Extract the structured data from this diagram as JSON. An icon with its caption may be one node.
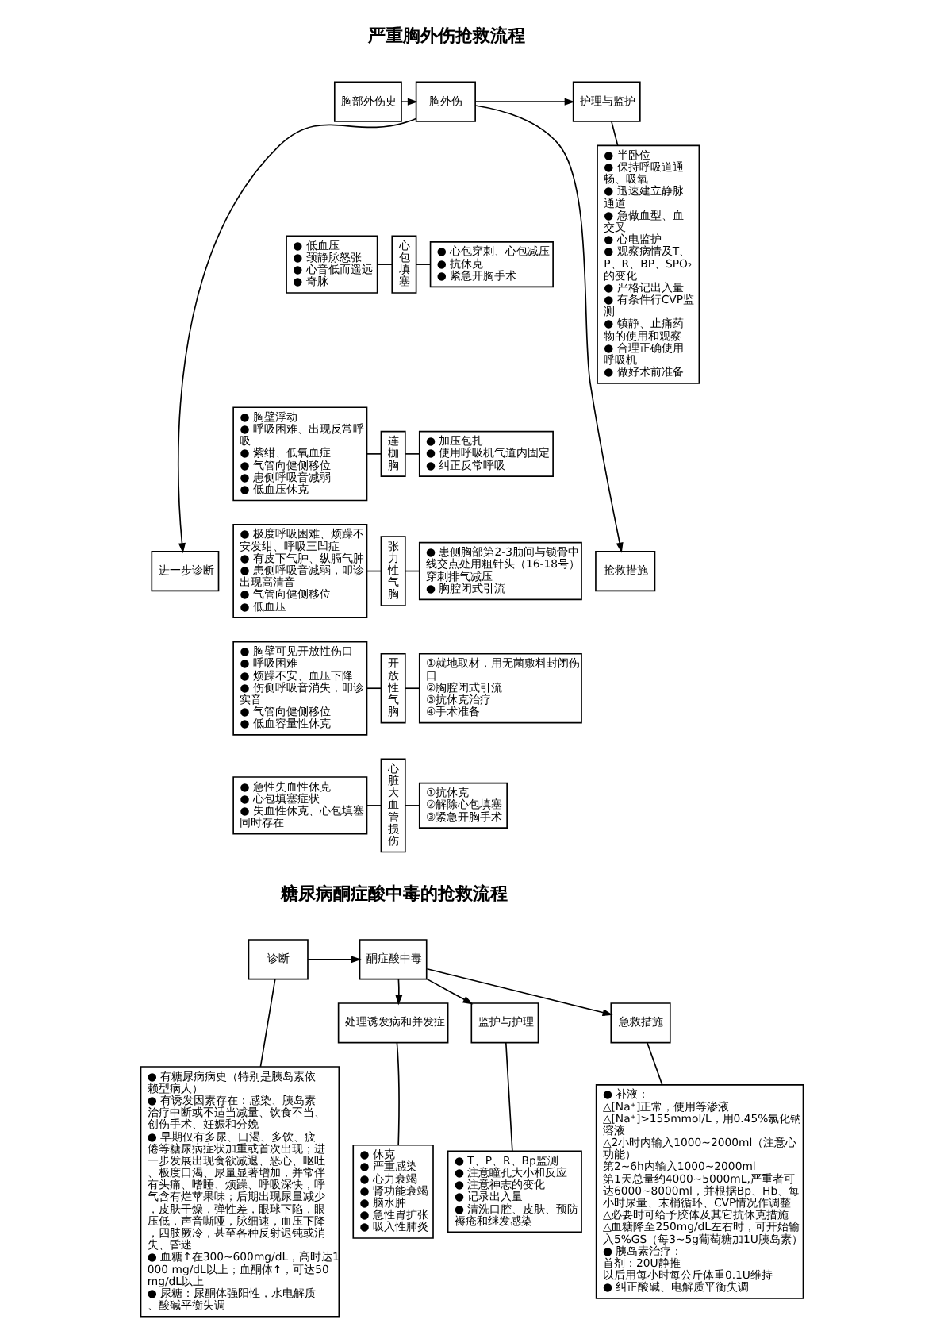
{
  "diagram": {
    "nodes": [
      {
        "text": [
          "胸部外伤史"
        ]
      },
      {
        "text": [
          "胸外伤"
        ]
      },
      {
        "text": [
          "护理与监护"
        ]
      },
      {
        "text": [
          "● 低血压",
          "● 颈静脉怒张",
          "● 心音低而遥远",
          "● 奇脉"
        ]
      },
      {
        "text": [
          "心包填塞"
        ]
      },
      {
        "text": [
          "● 心包穿刺、心包减压",
          "● 抗休克",
          "● 紧急开胸手术"
        ]
      },
      {
        "text": [
          "● 半卧位",
          "● 保持呼吸道通畅、吸氧",
          "● 迅速建立静脉通道",
          "● 急做血型、血交叉",
          "● 心电监护",
          "● 观察病情及T、P、R、BP、SPO₂的变化",
          "● 严格记出入量",
          "● 有条件行CVP监测",
          "● 镇静、止痛药物的使用和观察",
          "● 合理正确使用呼吸机",
          "● 做好术前准备"
        ]
      },
      {
        "text": [
          "● 胸壁浮动",
          "● 呼吸困难、出现反常呼吸",
          "● 紫绀、低氧血症",
          "● 气管向健侧移位",
          "● 患侧呼吸音减弱",
          "● 低血压休克"
        ]
      },
      {
        "text": [
          "连枷胸"
        ]
      },
      {
        "text": [
          "● 加压包扎",
          "● 使用呼吸机气道内固定",
          "● 纠正反常呼吸"
        ]
      },
      {
        "text": [
          "进一步诊断"
        ]
      },
      {
        "text": [
          "● 极度呼吸困难、烦躁不安发绀、呼吸三凹症",
          "● 有皮下气肿、纵膈气肿",
          "● 患侧呼吸音减弱，叩诊出现高清音",
          "● 气管向健侧移位",
          "● 低血压"
        ]
      },
      {
        "text": [
          "张力性气胸"
        ]
      },
      {
        "text": [
          "● 患侧胸部第2-3肋间与锁骨中线交点处用粗针头（16-18号）穿刺排气减压",
          "● 胸腔闭式引流"
        ]
      },
      {
        "text": [
          "抢救措施"
        ]
      },
      {
        "text": [
          "● 胸壁可见开放性伤口",
          "● 呼吸困难",
          "● 烦躁不安、血压下降",
          "● 伤侧呼吸音消失，叩诊实音",
          "● 气管向健侧移位",
          "● 低血容量性休克"
        ]
      },
      {
        "text": [
          "开放性气胸"
        ]
      },
      {
        "text": [
          "①就地取材，用无菌敷料封闭伤口",
          "②胸腔闭式引流",
          "③抗休克治疗",
          "④手术准备"
        ]
      },
      {
        "text": [
          "● 急性失血性休克",
          "● 心包填塞症状",
          "● 失血性休克、心包填塞同时存在"
        ]
      },
      {
        "text": [
          "心脏大血管损伤"
        ]
      },
      {
        "text": [
          "①抗休克",
          "②解除心包填塞",
          "③紧急开胸手术"
        ]
      },
      {
        "text": [
          "诊断"
        ]
      },
      {
        "text": [
          "酮症酸中毒"
        ]
      },
      {
        "text": [
          "● 有糖尿病病史（特别是胰岛素依赖型病人）",
          "● 有诱发因素存在：感染、胰岛素治疗中断或不适当减量、饮食不当、创伤手术、妊娠和分娩",
          "● 早期仅有多尿、口渴、多饮、疲倦等糖尿病症状加重或首次出现；进一步发展出现食欲减退、恶心、呕吐、极度口渴、尿量显著增加，并常伴有头痛、嗜睡、烦躁、呼吸深快，呼气含有烂苹果味；后期出现尿量减少，皮肤干燥，弹性差，眼球下陷，眼压低，声音嘶哑，脉细速，血压下降，四肢厥冷，甚至各种反射迟钝或消失、昏迷",
          "● 血糖↑在300~600mg/dL，高时达1000 mg/dL以上；血酮体↑，可达50 mg/dL以上",
          "● 尿糖：尿酮体强阳性，水电解质、酸碱平衡失调"
        ]
      },
      {
        "text": [
          "急救措施"
        ]
      },
      {
        "text": [
          "处理诱发病和并发症"
        ]
      },
      {
        "text": [
          "监护与护理"
        ]
      },
      {
        "text": [
          "● 补液：",
          "△[Na⁺]正常，使用等渗液",
          "△[Na⁺]>155mmol/L，用0.45%氯化钠溶液",
          "△2小时内输入1000~2000ml（注意心功能）",
          "第2~6h内输入1000~2000ml",
          "第1天总量约4000~5000mL,严重者可达6000~8000ml，并根据Bp、Hb、每小时尿量、末梢循环、CVP情况作调整",
          "△必要时可给予胶体及其它抗休克措施",
          "△血糖降至250mg/dL左右时，可开始输入5%GS（每3~5g葡萄糖加1U胰岛素）",
          "● 胰岛素治疗：",
          "首剂：20U静推",
          "以后用每小时每公斤体重0.1U维持",
          "● 纠正酸碱、电解质平衡失调"
        ]
      },
      {
        "text": [
          "● 休克",
          "● 严重感染",
          "● 心力衰竭",
          "● 肾功能衰竭",
          "● 脑水肿",
          "● 急性胃扩张",
          "● 吸入性肺炎"
        ]
      },
      {
        "text": [
          "● T、P、R、Bp监测",
          "● 注意瞳孔大小和反应",
          "● 注意神志的变化",
          "● 记录出入量",
          "● 清洗口腔、皮肤、预防褥疮和继发感染"
        ]
      }
    ],
    "edges": [
      {
        "from": 0,
        "to": 1,
        "arrow": "to"
      },
      {
        "from": 1,
        "to": 10,
        "arrow": "to"
      },
      {
        "from": 1,
        "to": 2,
        "arrow": "to"
      },
      {
        "from": 1,
        "to": 14,
        "arrow": "to"
      },
      {
        "from": 2,
        "to": 6,
        "arrow": "none"
      },
      {
        "from": 3,
        "to": 4,
        "arrow": "none"
      },
      {
        "from": 4,
        "to": 5,
        "arrow": "none"
      },
      {
        "from": 7,
        "to": 8,
        "arrow": "none"
      },
      {
        "from": 8,
        "to": 9,
        "arrow": "none"
      },
      {
        "from": 11,
        "to": 12,
        "arrow": "none"
      },
      {
        "from": 12,
        "to": 13,
        "arrow": "none"
      },
      {
        "from": 15,
        "to": 16,
        "arrow": "none"
      },
      {
        "from": 16,
        "to": 17,
        "arrow": "none"
      },
      {
        "from": 18,
        "to": 19,
        "arrow": "none"
      },
      {
        "from": 19,
        "to": 20,
        "arrow": "none"
      },
      {
        "from": 21,
        "to": 22,
        "arrow": "to"
      },
      {
        "from": 21,
        "to": 23,
        "arrow": "none"
      },
      {
        "from": 22,
        "to": 24,
        "arrow": "to"
      },
      {
        "from": 22,
        "to": 25,
        "arrow": "to"
      },
      {
        "from": 22,
        "to": 26,
        "arrow": "to"
      },
      {
        "from": 24,
        "to": 27,
        "arrow": "none"
      },
      {
        "from": 25,
        "to": 28,
        "arrow": "none"
      },
      {
        "from": 26,
        "to": 29,
        "arrow": "none"
      }
    ],
    "labels": [
      "严重胸外伤抢救流程",
      "糖尿病酮症酸中毒的抢救流程"
    ]
  }
}
